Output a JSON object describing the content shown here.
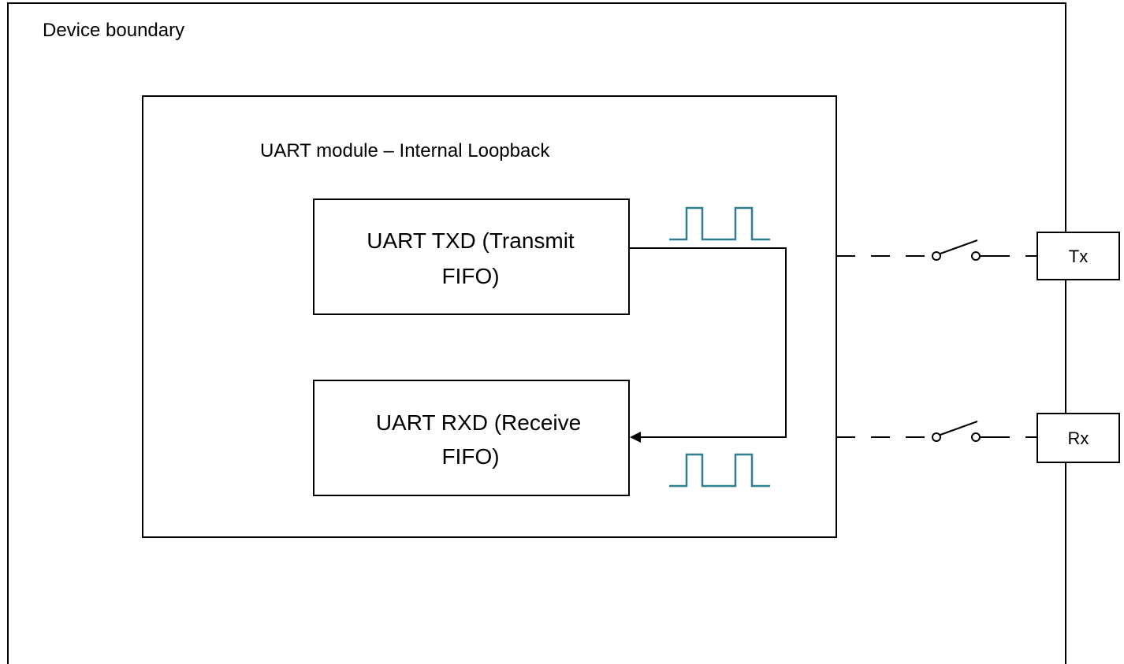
{
  "device": {
    "label": "Device boundary"
  },
  "uart_module": {
    "label": "UART module – Internal Loopback"
  },
  "tx_fifo": {
    "line1": "UART TXD (Transmit",
    "line2": "FIFO)"
  },
  "rx_fifo": {
    "line1": "UART RXD (Receive",
    "line2": "FIFO)"
  },
  "pins": {
    "tx": "Tx",
    "rx": "Rx"
  },
  "colors": {
    "line": "#000000",
    "waveform": "#2e7f8f",
    "background": "#ffffff"
  }
}
